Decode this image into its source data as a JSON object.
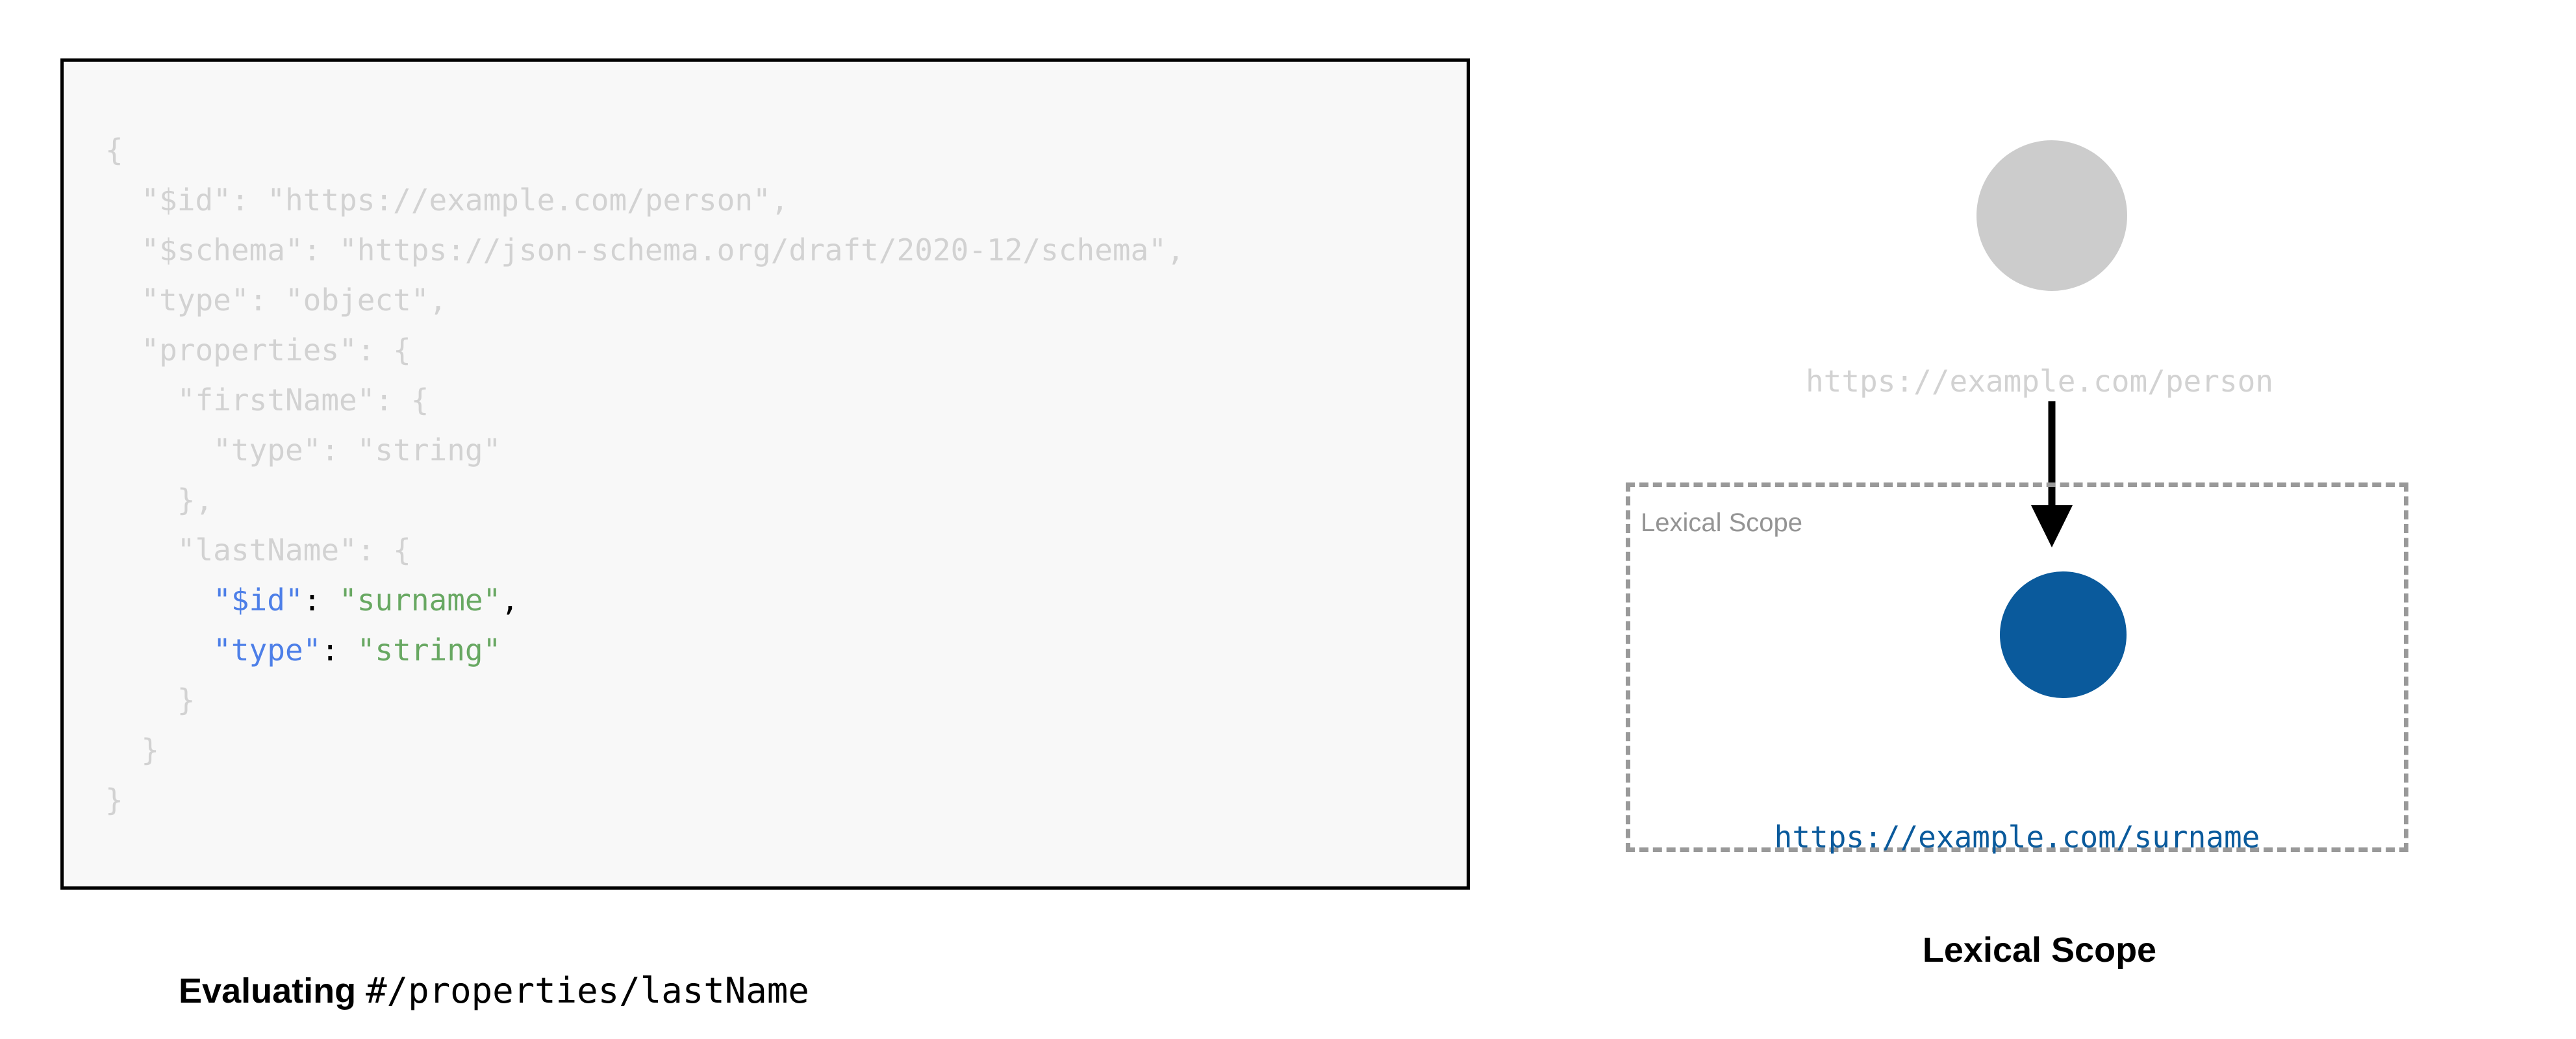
{
  "colors": {
    "code_bg": "#f8f8f8",
    "code_border": "#000000",
    "dim_text": "#d2d2d2",
    "key_blue": "#4d7fe8",
    "string_green": "#68a862",
    "punctuation": "#000000",
    "parent_node": "#cccccc",
    "scoped_node": "#0a5a9c",
    "scope_border": "#999999",
    "scope_label": "#949494",
    "arrow": "#000000"
  },
  "code_panel": {
    "language": "json",
    "lines": [
      {
        "indent": 0,
        "highlighted": false,
        "tokens": [
          {
            "text": "{",
            "type": "punc"
          }
        ]
      },
      {
        "indent": 1,
        "highlighted": false,
        "tokens": [
          {
            "text": "\"$id\"",
            "type": "key"
          },
          {
            "text": ": ",
            "type": "punc"
          },
          {
            "text": "\"https://example.com/person\"",
            "type": "str"
          },
          {
            "text": ",",
            "type": "punc"
          }
        ]
      },
      {
        "indent": 1,
        "highlighted": false,
        "tokens": [
          {
            "text": "\"$schema\"",
            "type": "key"
          },
          {
            "text": ": ",
            "type": "punc"
          },
          {
            "text": "\"https://json-schema.org/draft/2020-12/schema\"",
            "type": "str"
          },
          {
            "text": ",",
            "type": "punc"
          }
        ]
      },
      {
        "indent": 1,
        "highlighted": false,
        "tokens": [
          {
            "text": "\"type\"",
            "type": "key"
          },
          {
            "text": ": ",
            "type": "punc"
          },
          {
            "text": "\"object\"",
            "type": "str"
          },
          {
            "text": ",",
            "type": "punc"
          }
        ]
      },
      {
        "indent": 1,
        "highlighted": false,
        "tokens": [
          {
            "text": "\"properties\"",
            "type": "key"
          },
          {
            "text": ": {",
            "type": "punc"
          }
        ]
      },
      {
        "indent": 2,
        "highlighted": false,
        "tokens": [
          {
            "text": "\"firstName\"",
            "type": "key"
          },
          {
            "text": ": {",
            "type": "punc"
          }
        ]
      },
      {
        "indent": 3,
        "highlighted": false,
        "tokens": [
          {
            "text": "\"type\"",
            "type": "key"
          },
          {
            "text": ": ",
            "type": "punc"
          },
          {
            "text": "\"string\"",
            "type": "str"
          }
        ]
      },
      {
        "indent": 2,
        "highlighted": false,
        "tokens": [
          {
            "text": "},",
            "type": "punc"
          }
        ]
      },
      {
        "indent": 2,
        "highlighted": false,
        "tokens": [
          {
            "text": "\"lastName\"",
            "type": "key"
          },
          {
            "text": ": {",
            "type": "punc"
          }
        ]
      },
      {
        "indent": 3,
        "highlighted": true,
        "tokens": [
          {
            "text": "\"$id\"",
            "type": "key"
          },
          {
            "text": ": ",
            "type": "punc"
          },
          {
            "text": "\"surname\"",
            "type": "str"
          },
          {
            "text": ",",
            "type": "punc"
          }
        ]
      },
      {
        "indent": 3,
        "highlighted": true,
        "tokens": [
          {
            "text": "\"type\"",
            "type": "key"
          },
          {
            "text": ": ",
            "type": "punc"
          },
          {
            "text": "\"string\"",
            "type": "str"
          }
        ]
      },
      {
        "indent": 2,
        "highlighted": false,
        "tokens": [
          {
            "text": "}",
            "type": "punc"
          }
        ]
      },
      {
        "indent": 1,
        "highlighted": false,
        "tokens": [
          {
            "text": "}",
            "type": "punc"
          }
        ]
      },
      {
        "indent": 0,
        "highlighted": false,
        "tokens": [
          {
            "text": "}",
            "type": "punc"
          }
        ]
      }
    ]
  },
  "left_caption": {
    "strong": "Evaluating ",
    "mono": "#/properties/lastName"
  },
  "diagram": {
    "parent_node_label": "https://example.com/person",
    "scope_tag": "Lexical Scope",
    "scoped_node_label": "https://example.com/surname",
    "arrow_direction": "down"
  },
  "right_caption": {
    "text": "Lexical Scope"
  }
}
